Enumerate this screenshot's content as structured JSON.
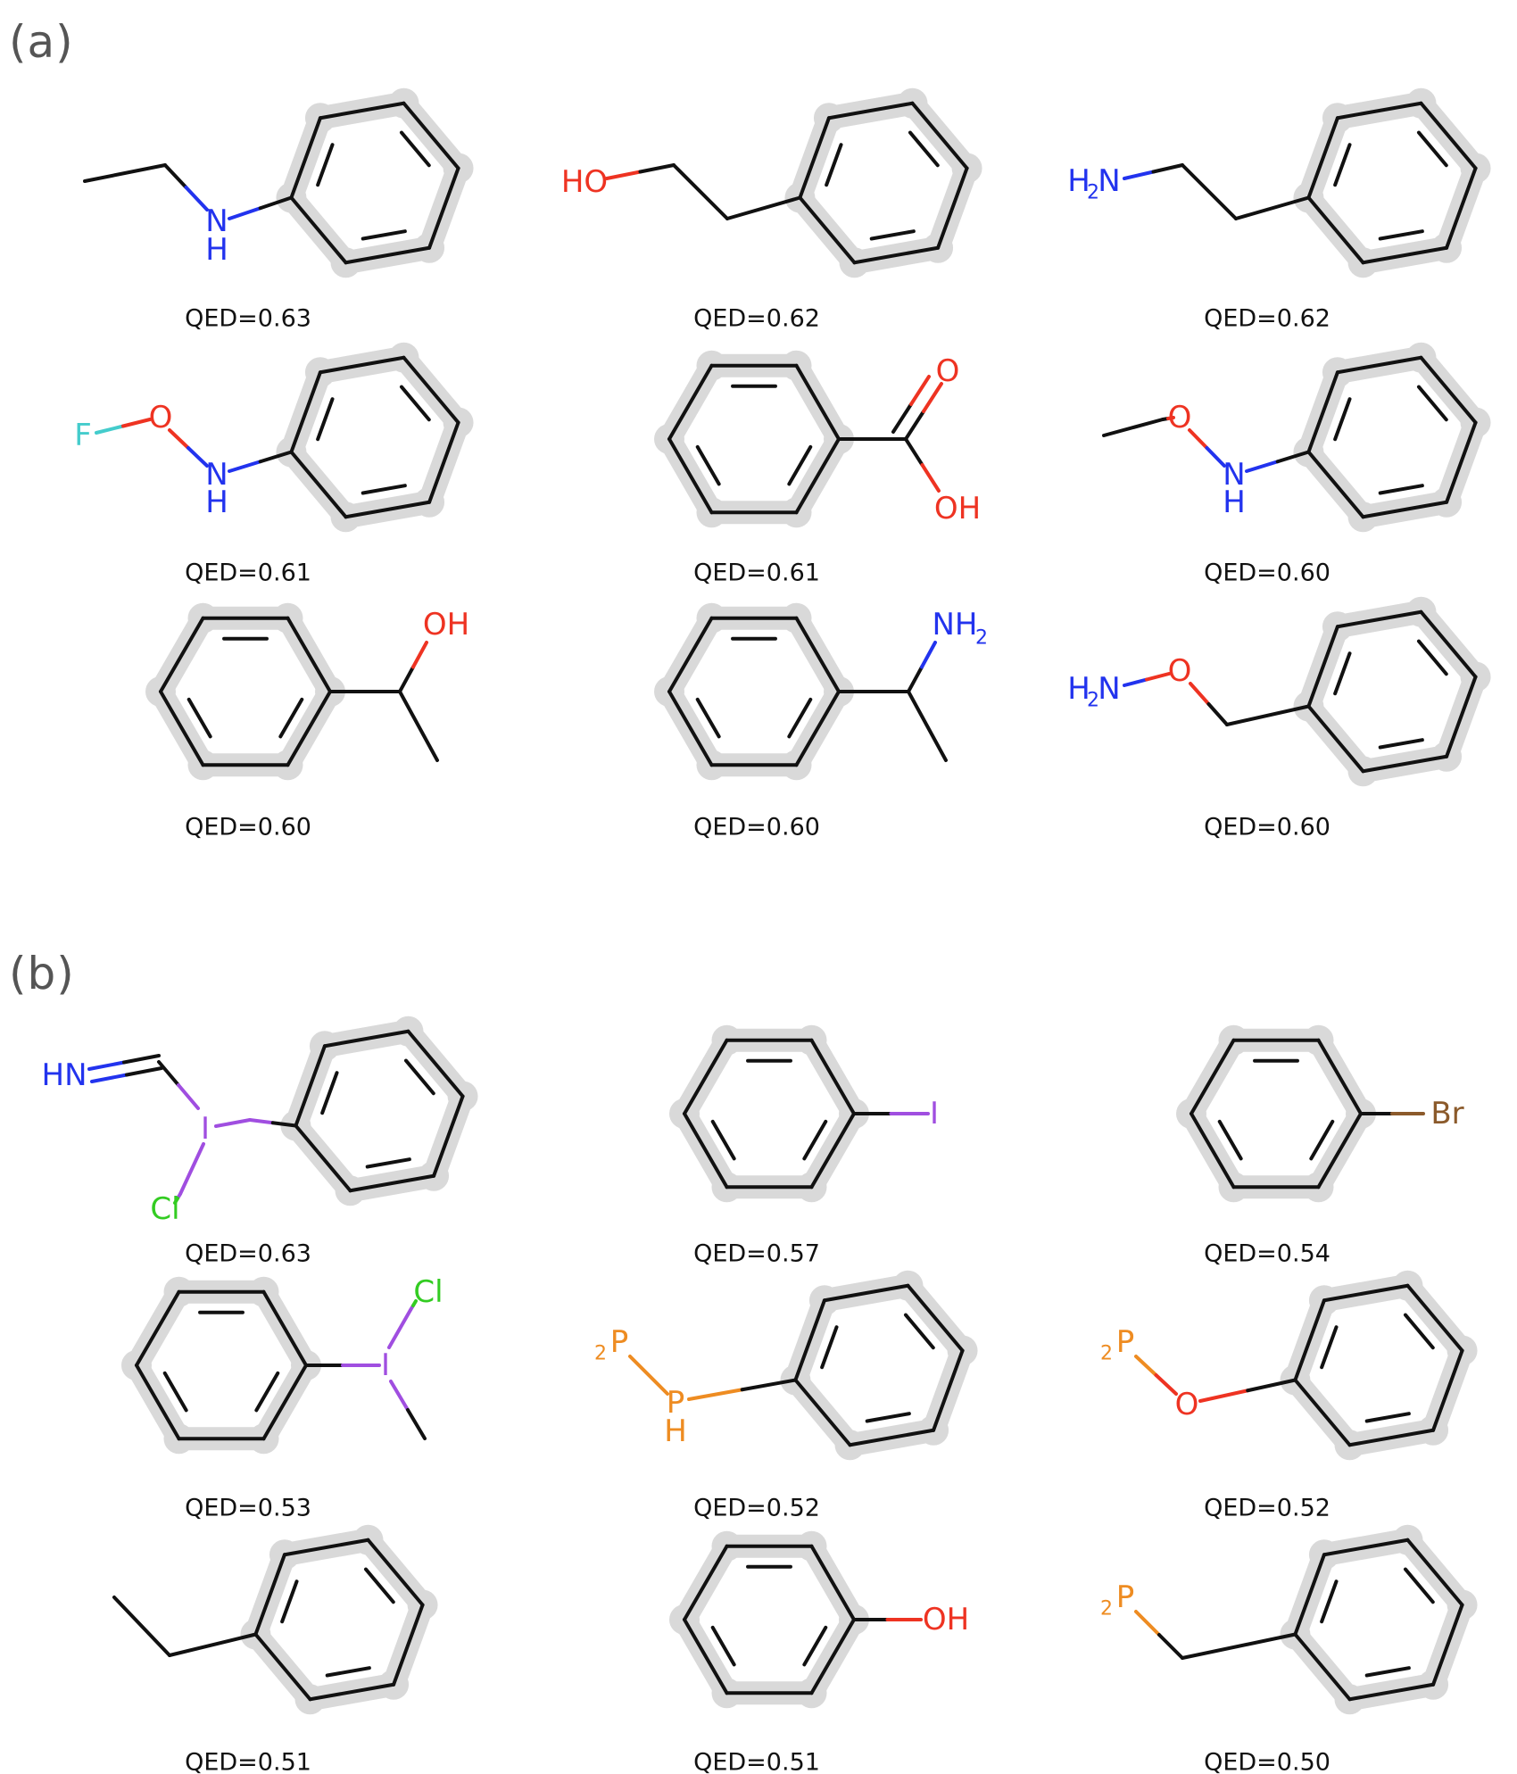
{
  "panels": {
    "a": {
      "label": "(a)",
      "molecules": [
        {
          "qed": "QED=0.63",
          "desc": "N-ethylaniline"
        },
        {
          "qed": "QED=0.62",
          "desc": "2-phenylethanol"
        },
        {
          "qed": "QED=0.62",
          "desc": "phenethylamine"
        },
        {
          "qed": "QED=0.61",
          "desc": "N-(fluorooxy)aniline"
        },
        {
          "qed": "QED=0.61",
          "desc": "benzoic acid"
        },
        {
          "qed": "QED=0.60",
          "desc": "N-methoxyaniline"
        },
        {
          "qed": "QED=0.60",
          "desc": "1-phenylethanol"
        },
        {
          "qed": "QED=0.60",
          "desc": "1-phenylethylamine"
        },
        {
          "qed": "QED=0.60",
          "desc": "O-benzylhydroxylamine"
        }
      ]
    },
    "b": {
      "label": "(b)",
      "molecules": [
        {
          "qed": "QED=0.63",
          "desc": "chloro(iminomethyl)phenyl-iodane"
        },
        {
          "qed": "QED=0.57",
          "desc": "iodobenzene"
        },
        {
          "qed": "QED=0.54",
          "desc": "bromobenzene"
        },
        {
          "qed": "QED=0.53",
          "desc": "chloro(methyl)phenyl-iodane"
        },
        {
          "qed": "QED=0.52",
          "desc": "phenyldiphosphane"
        },
        {
          "qed": "QED=0.52",
          "desc": "phenoxyphosphane"
        },
        {
          "qed": "QED=0.51",
          "desc": "ethylbenzene"
        },
        {
          "qed": "QED=0.51",
          "desc": "phenol"
        },
        {
          "qed": "QED=0.50",
          "desc": "benzylphosphane"
        }
      ]
    }
  },
  "atom_labels": {
    "NH": "N",
    "H": "H",
    "HO": "HO",
    "H2N": "H",
    "N": "N",
    "F": "F",
    "O": "O",
    "OH": "OH",
    "NH2": "NH",
    "two": "2",
    "HN": "HN",
    "I": "I",
    "Cl": "Cl",
    "Br": "Br",
    "P": "P"
  },
  "colors": {
    "bond": "#111111",
    "highlight": "#d9d9d9",
    "N": "#2233ee",
    "O": "#ee3322",
    "F": "#44cccc",
    "I": "#a04ee0",
    "Cl": "#33cc22",
    "Br": "#8b5a2b",
    "P": "#ee8c22",
    "text": "#111111",
    "panel_label": "#555555"
  }
}
